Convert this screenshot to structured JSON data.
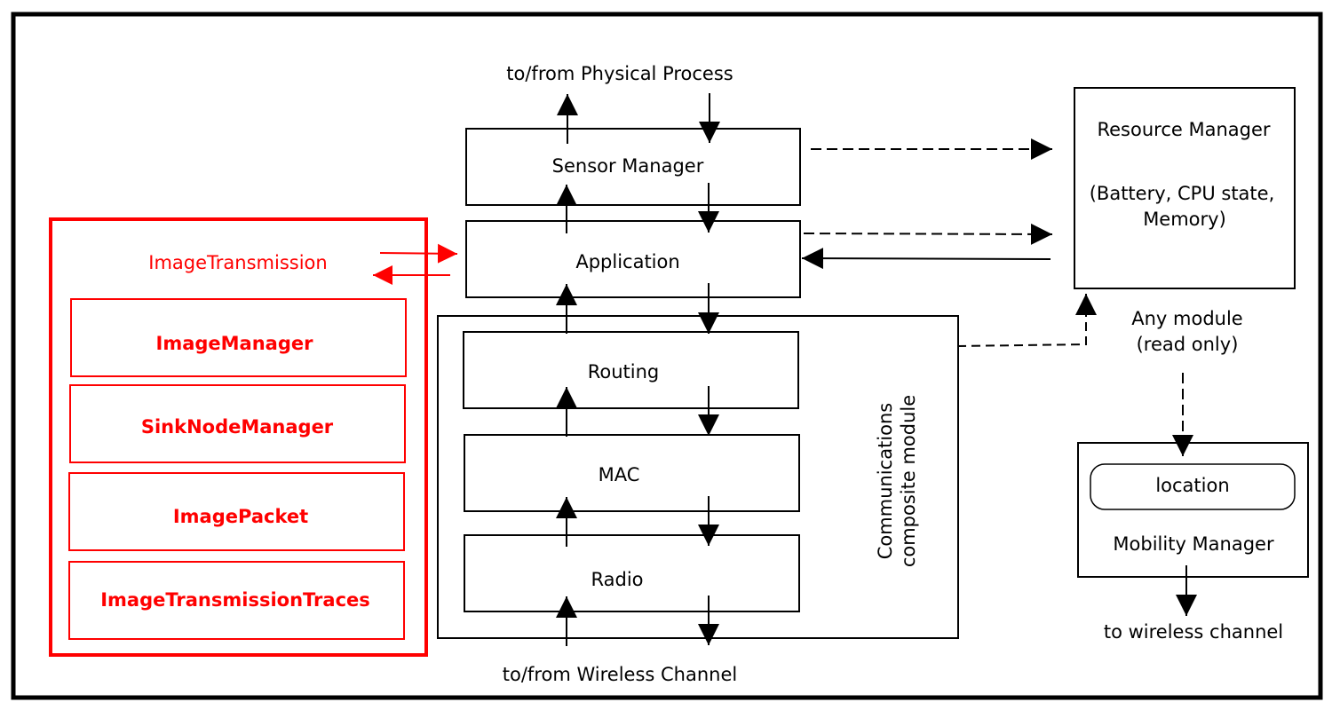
{
  "colors": {
    "highlight": "#ff0000",
    "default": "#000000"
  },
  "top_label": "to/from Physical Process",
  "bottom_label": "to/from Wireless Channel",
  "sensor_manager": "Sensor Manager",
  "application": "Application",
  "comm_module": {
    "layers": [
      "Routing",
      "MAC",
      "Radio"
    ],
    "label_line1": "Communications",
    "label_line2": "composite module"
  },
  "resource_manager": {
    "title": "Resource Manager",
    "detail_line1": "(Battery, CPU state,",
    "detail_line2": "Memory)"
  },
  "any_module": {
    "line1": "Any module",
    "line2": "(read only)"
  },
  "mobility": {
    "location": "location",
    "title": "Mobility Manager",
    "out_label": "to wireless channel"
  },
  "image_transmission": {
    "title": "ImageTransmission",
    "submodules": [
      "ImageManager",
      "SinkNodeManager",
      "ImagePacket",
      "ImageTransmissionTraces"
    ]
  }
}
